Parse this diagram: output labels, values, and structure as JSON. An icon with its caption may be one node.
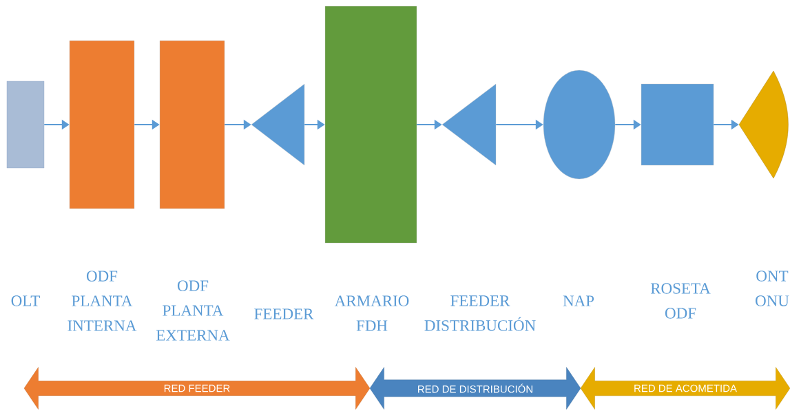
{
  "diagram": {
    "nodes": [
      {
        "text": [],
        "shape": "box"
      },
      {
        "text": [],
        "shape": "box"
      },
      {
        "text": [],
        "shape": "box"
      },
      {
        "text": [],
        "shape": "triangle"
      },
      {
        "text": [],
        "shape": "box"
      },
      {
        "text": [],
        "shape": "triangle"
      },
      {
        "text": [],
        "shape": "ellipse"
      },
      {
        "text": [],
        "shape": "box"
      },
      {
        "text": [],
        "shape": "sector"
      },
      {
        "text": [
          "RED FEEDER"
        ]
      },
      {
        "text": [
          "RED DE DISTRIBUCIÓN"
        ]
      },
      {
        "text": [
          "RED DE ACOMETIDA"
        ]
      }
    ],
    "edges": [
      {
        "from": 0,
        "to": 1,
        "arrow": "to"
      },
      {
        "from": 1,
        "to": 2,
        "arrow": "to"
      },
      {
        "from": 2,
        "to": 3,
        "arrow": "to"
      },
      {
        "from": 3,
        "to": 4,
        "arrow": "to"
      },
      {
        "from": 4,
        "to": 5,
        "arrow": "to"
      },
      {
        "from": 5,
        "to": 6,
        "arrow": "to"
      },
      {
        "from": 6,
        "to": 7,
        "arrow": "to"
      },
      {
        "from": 7,
        "to": 8,
        "arrow": "to"
      }
    ],
    "labels": [
      "OLT",
      "ODF PLANTA INTERNA",
      "ODF PLANTA EXTERNA",
      "FEEDER",
      "ARMARIO FDH",
      "FEEDER DISTRIBUCIÓN",
      "NAP",
      "ROSETA ODF",
      "ONT ONU"
    ]
  }
}
